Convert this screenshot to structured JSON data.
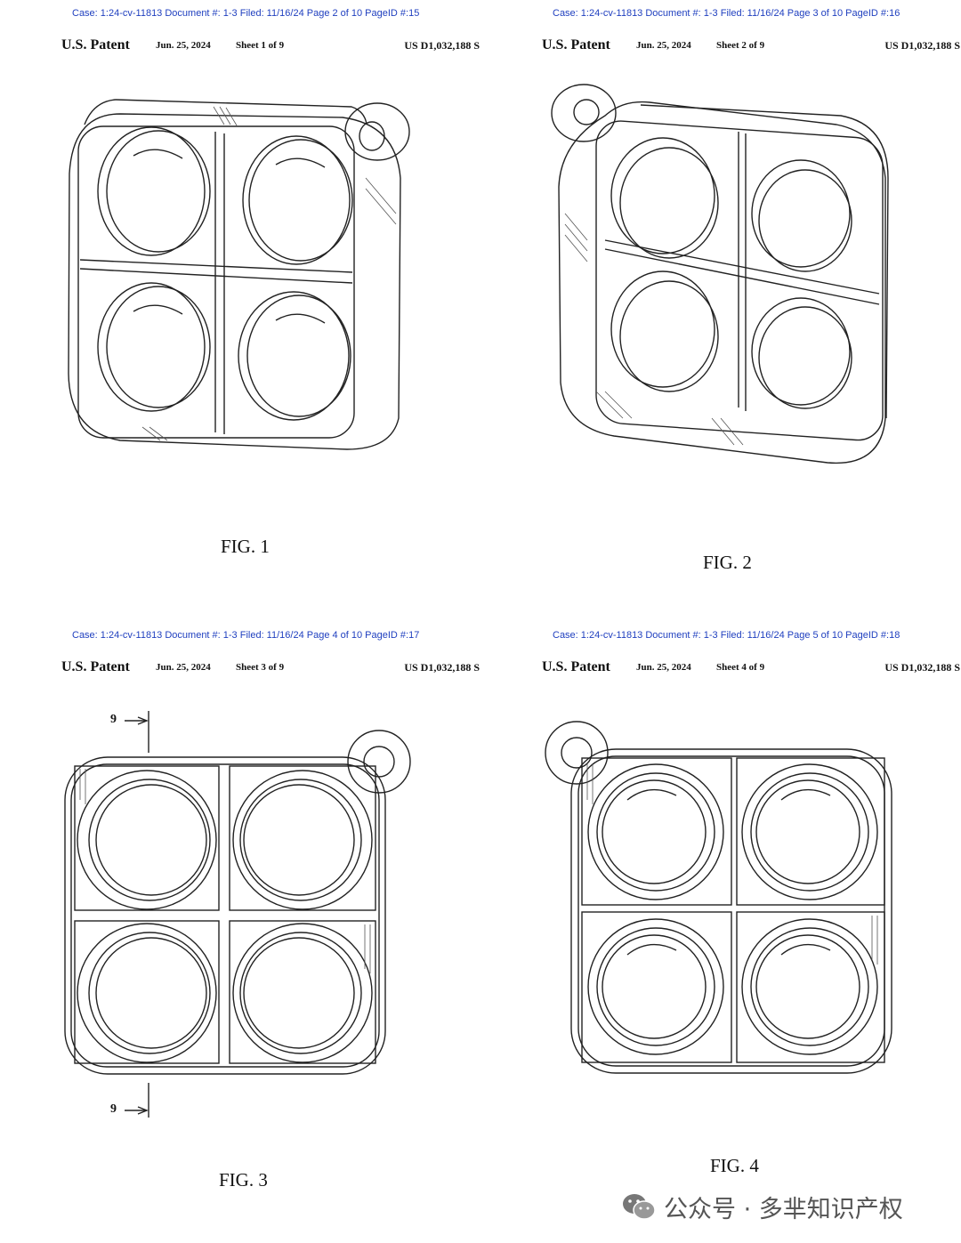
{
  "sheets": [
    {
      "case_line": "Case: 1:24-cv-11813 Document #: 1-3 Filed: 11/16/24 Page 2 of 10 PageID #:15",
      "header": {
        "patent": "U.S. Patent",
        "date": "Jun. 25, 2024",
        "sheet": "Sheet 1 of 9",
        "number": "US D1,032,188 S"
      },
      "figure": "FIG. 1"
    },
    {
      "case_line": "Case: 1:24-cv-11813 Document #: 1-3 Filed: 11/16/24 Page 3 of 10 PageID #:16",
      "header": {
        "patent": "U.S. Patent",
        "date": "Jun. 25, 2024",
        "sheet": "Sheet 2 of 9",
        "number": "US D1,032,188 S"
      },
      "figure": "FIG. 2"
    },
    {
      "case_line": "Case: 1:24-cv-11813 Document #: 1-3 Filed: 11/16/24 Page 4 of 10 PageID #:17",
      "header": {
        "patent": "U.S. Patent",
        "date": "Jun. 25, 2024",
        "sheet": "Sheet 3 of 9",
        "number": "US D1,032,188 S"
      },
      "figure": "FIG. 3",
      "section_marks": [
        "9",
        "9"
      ]
    },
    {
      "case_line": "Case: 1:24-cv-11813 Document #: 1-3 Filed: 11/16/24 Page 5 of 10 PageID #:18",
      "header": {
        "patent": "U.S. Patent",
        "date": "Jun. 25, 2024",
        "sheet": "Sheet 4 of 9",
        "number": "US D1,032,188 S"
      },
      "figure": "FIG. 4"
    }
  ],
  "watermark": {
    "text": "公众号 · 多芈知识产权",
    "icon": "wechat-icon"
  }
}
